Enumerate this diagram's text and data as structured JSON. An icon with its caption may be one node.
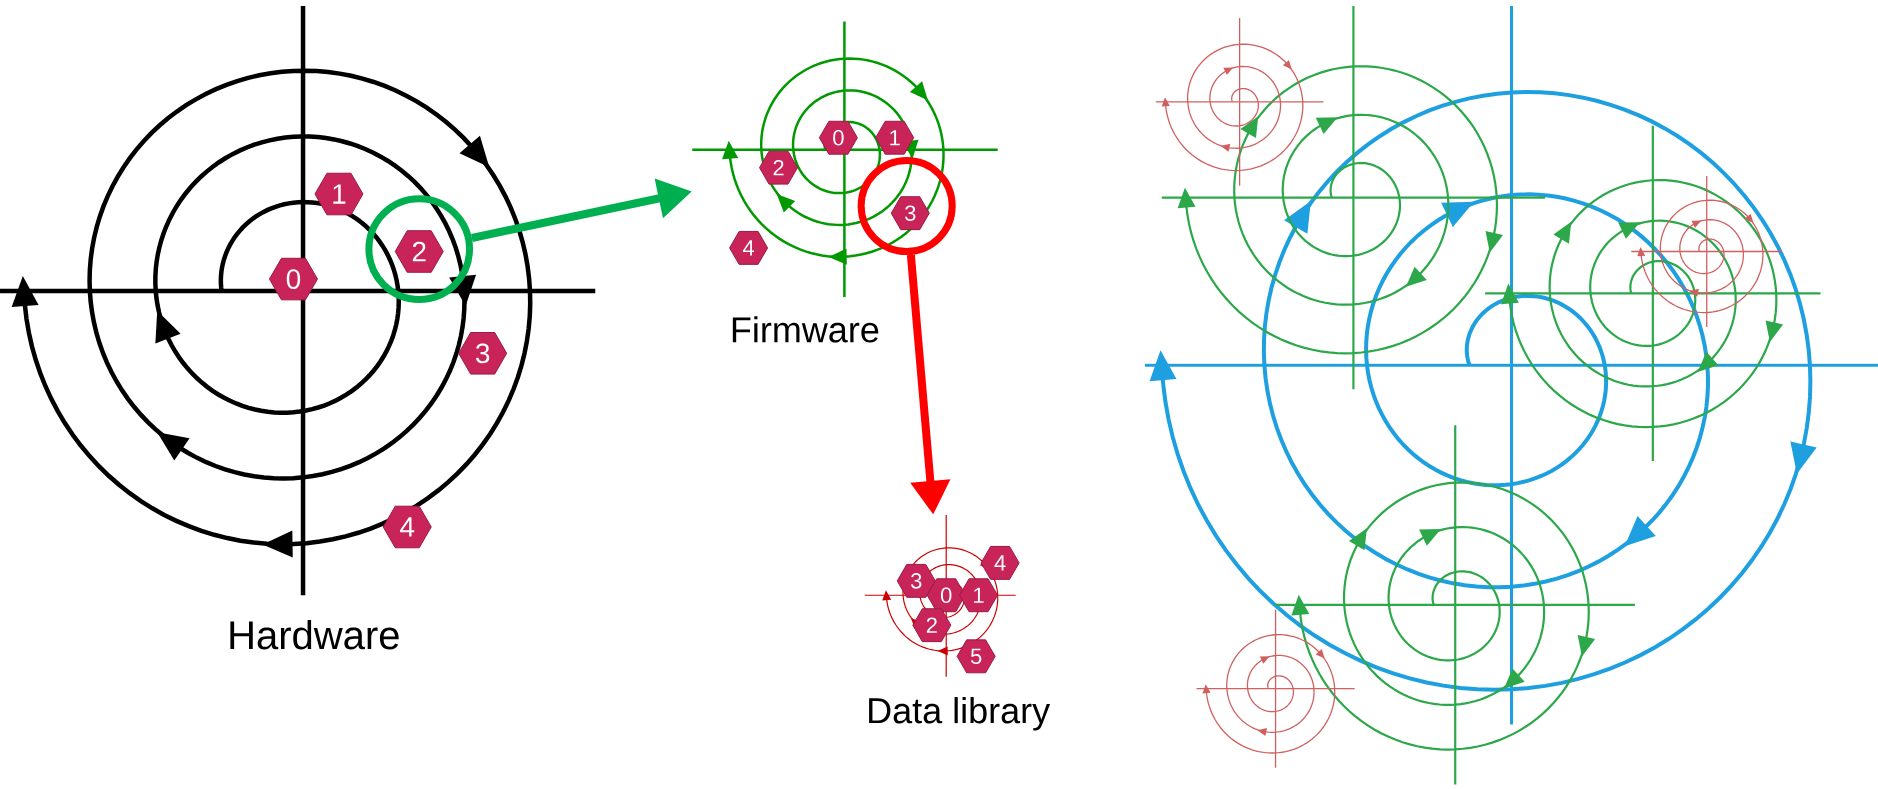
{
  "diagram": {
    "nodes": [
      {
        "text": [
          "Hardware"
        ]
      },
      {
        "text": [
          "0"
        ],
        "in": 0
      },
      {
        "text": [
          "1"
        ],
        "in": 0
      },
      {
        "text": [],
        "shape": "circle",
        "in": 0
      },
      {
        "text": [
          "2"
        ],
        "in": 3
      },
      {
        "text": [
          "3"
        ],
        "in": 0
      },
      {
        "text": [
          "4"
        ],
        "in": 0
      },
      {
        "text": [
          "Firmware"
        ]
      },
      {
        "text": [
          "0"
        ],
        "in": 7
      },
      {
        "text": [
          "1"
        ],
        "in": 7
      },
      {
        "text": [
          "2"
        ],
        "in": 7
      },
      {
        "text": [],
        "shape": "circle",
        "in": 7
      },
      {
        "text": [
          "3"
        ],
        "in": 11
      },
      {
        "text": [
          "4"
        ],
        "in": 7
      },
      {
        "text": [
          "Data library"
        ]
      },
      {
        "text": [
          "4"
        ],
        "in": 14
      },
      {
        "text": [
          "3"
        ],
        "in": 14
      },
      {
        "text": [
          "0"
        ],
        "in": 14
      },
      {
        "text": [
          "1"
        ],
        "in": 14
      },
      {
        "text": [
          "2"
        ],
        "in": 14
      },
      {
        "text": [
          "5"
        ],
        "in": 14
      }
    ],
    "edges": [
      {
        "from": 3,
        "to": 7,
        "arrow": "to",
        "color": "#00b050"
      },
      {
        "from": 11,
        "to": 14,
        "arrow": "to",
        "color": "#ff0000"
      }
    ]
  }
}
